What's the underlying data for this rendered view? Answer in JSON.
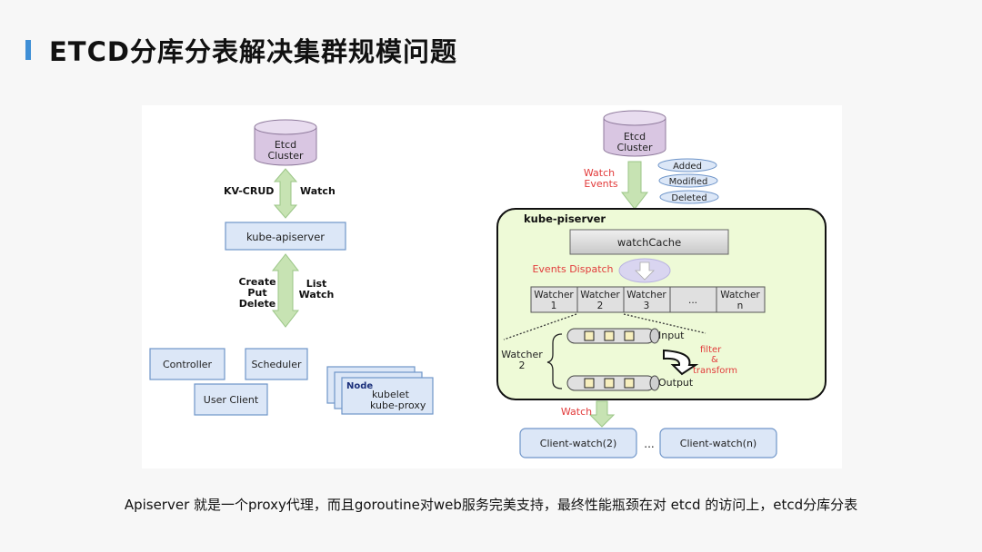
{
  "slide": {
    "title": "ETCD分库分表解决集群规模问题",
    "caption": "Apiserver 就是一个proxy代理，而且goroutine对web服务完美支持，最终性能瓶颈在对 etcd 的访问上，etcd分库分表"
  },
  "left": {
    "etcd_line1": "Etcd",
    "etcd_line2": "Cluster",
    "kv_crud": "KV-CRUD",
    "watch": "Watch",
    "apiserver": "kube-apiserver",
    "create": "Create",
    "put": "Put",
    "delete": "Delete",
    "list": "List",
    "list_watch": "Watch",
    "controller": "Controller",
    "scheduler": "Scheduler",
    "user_client": "User Client",
    "node": "Node",
    "kubelet": "kubelet",
    "kube_proxy": "kube-proxy"
  },
  "right": {
    "etcd_line1": "Etcd",
    "etcd_line2": "Cluster",
    "watch_events_1": "Watch",
    "watch_events_2": "Events",
    "added": "Added",
    "modified": "Modified",
    "deleted": "Deleted",
    "server_label": "kube-piserver",
    "watch_cache": "watchCache",
    "events_dispatch": "Events Dispatch",
    "watchers": [
      {
        "l1": "Watcher",
        "l2": "1"
      },
      {
        "l1": "Watcher",
        "l2": "2"
      },
      {
        "l1": "Watcher",
        "l2": "3"
      },
      {
        "l1": "...",
        "l2": ""
      },
      {
        "l1": "Watcher",
        "l2": "n"
      }
    ],
    "watcher2_l1": "Watcher",
    "watcher2_l2": "2",
    "input": "Input",
    "output": "Output",
    "filter": "filter",
    "amp": "&",
    "transform": "transform",
    "watch_label": "Watch",
    "client1": "Client-watch(2)",
    "dots": "...",
    "client2": "Client-watch(n)"
  },
  "colors": {
    "accent_bar": "#3f8fd6",
    "etcd_fill": "#d9c6e2",
    "box_fill": "#dce7f7",
    "box_stroke": "#6f95c9",
    "arrow_fill": "#c7e3b3",
    "arrow_stroke": "#9bc687",
    "server_fill": "#eefad7",
    "red_text": "#e23b3b"
  }
}
